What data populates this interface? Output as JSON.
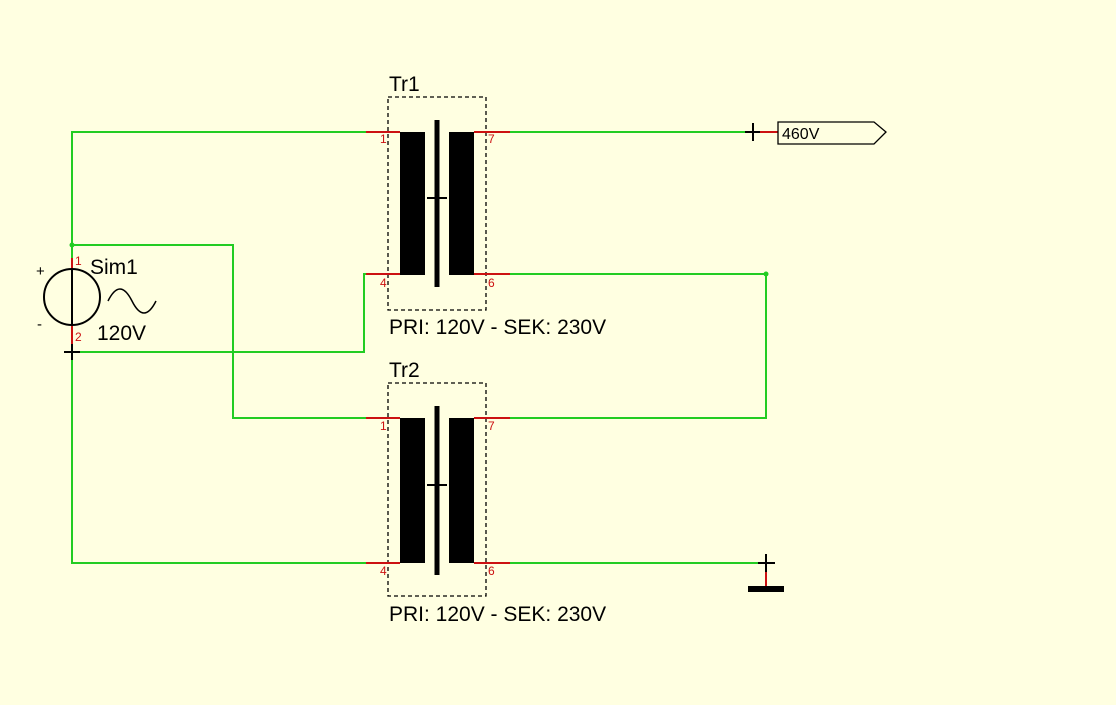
{
  "colors": {
    "background": "#ffffe1",
    "wire": "#22cc22",
    "pin": "#cc1111",
    "component": "#000000"
  },
  "source": {
    "name": "Sim1",
    "value": "120V",
    "plus_sign": "+",
    "minus_sign": "-",
    "pin1": "1",
    "pin2": "2"
  },
  "transformers": [
    {
      "name": "Tr1",
      "label": "PRI: 120V - SEK: 230V",
      "pin_1": "1",
      "pin_4": "4",
      "pin_7": "7",
      "pin_6": "6"
    },
    {
      "name": "Tr2",
      "label": "PRI: 120V - SEK: 230V",
      "pin_1": "1",
      "pin_4": "4",
      "pin_7": "7",
      "pin_6": "6"
    }
  ],
  "output_label": "460V",
  "ground_icon": "ground-symbol"
}
